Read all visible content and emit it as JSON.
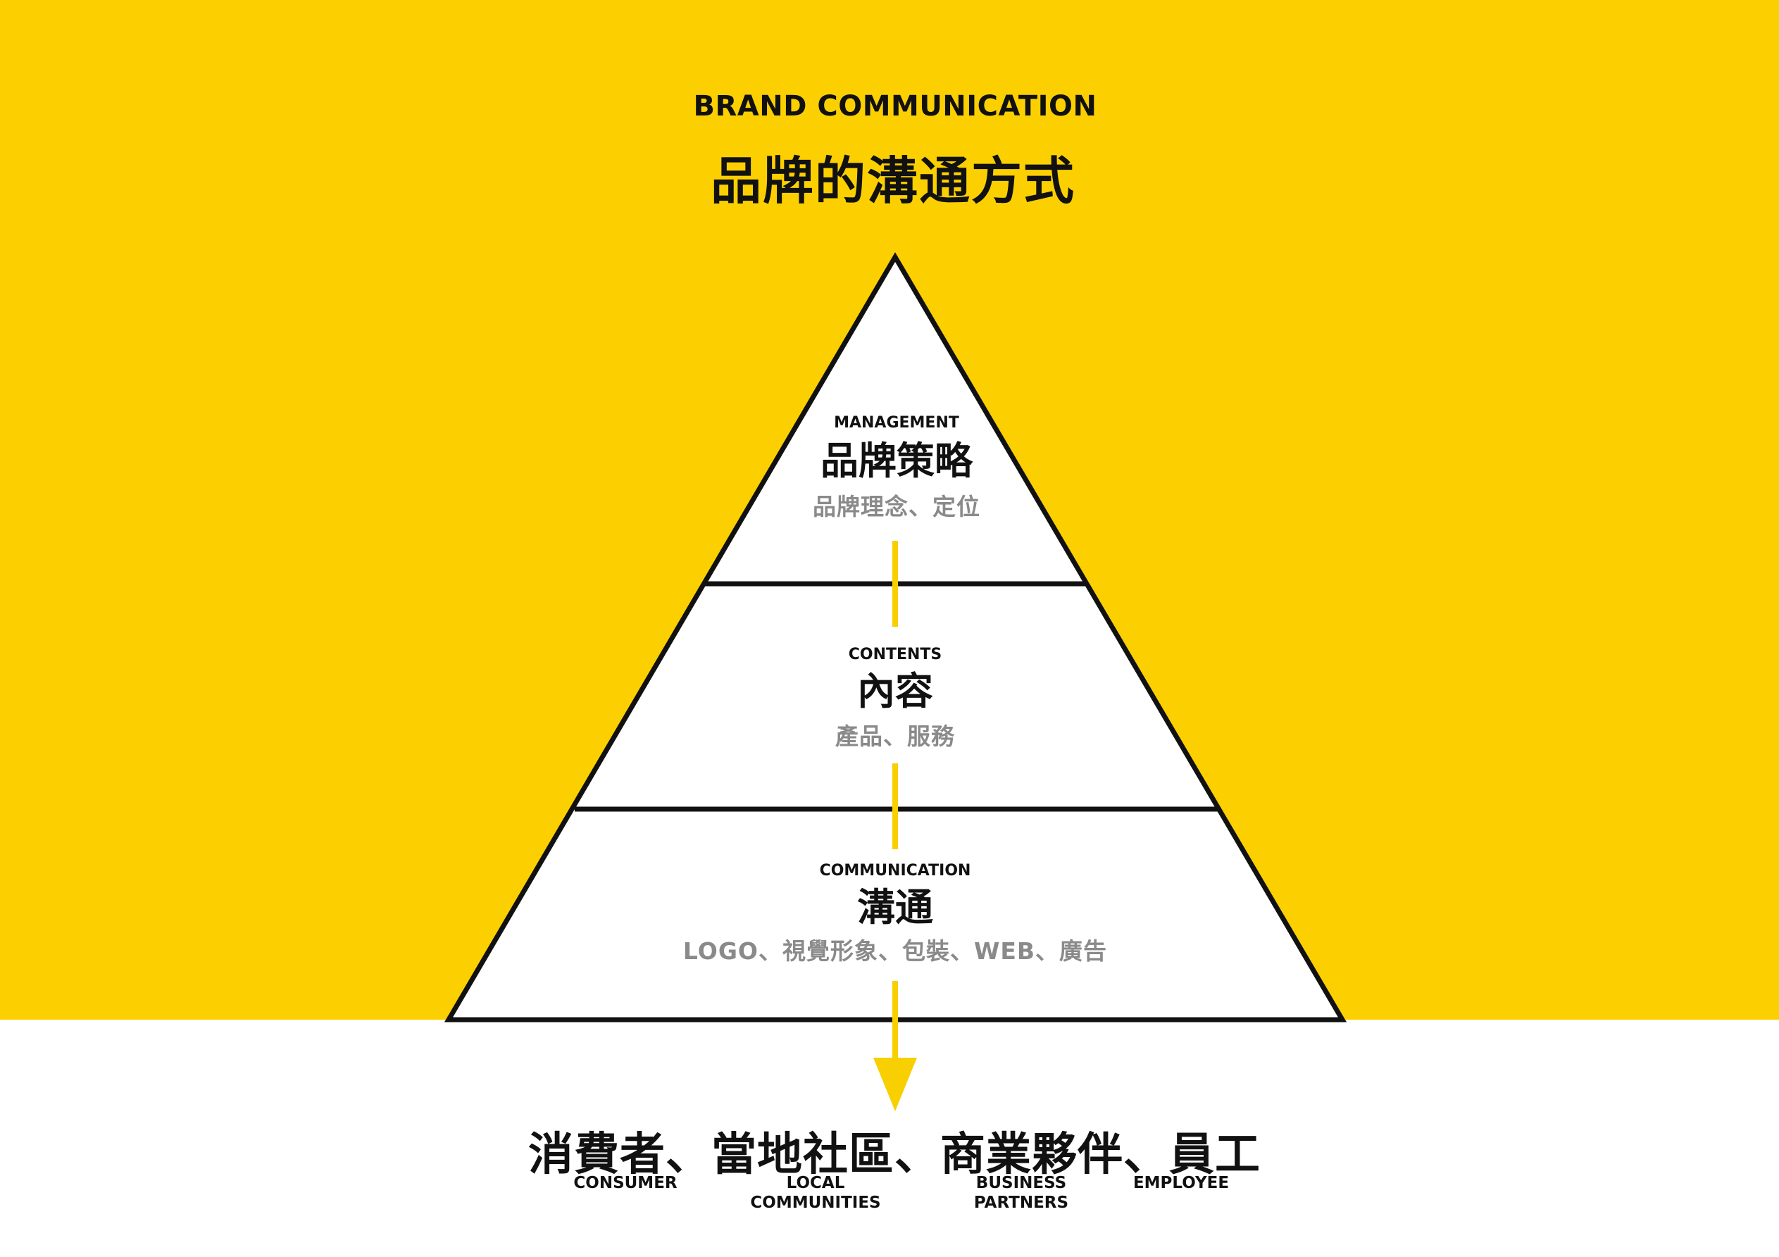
{
  "colors": {
    "background_top": "#FCD000",
    "background_bottom": "#FFFFFF",
    "pyramid_fill": "#FFFFFF",
    "pyramid_stroke": "#111111",
    "connector": "#F8CF00",
    "text_dark": "#111111",
    "text_gray": "#8A8A8A"
  },
  "header": {
    "title_en": "BRAND COMMUNICATION",
    "title_zh": "品牌的溝通方式"
  },
  "tiers": [
    {
      "label_en": "MANAGEMENT",
      "label_zh": "品牌策略",
      "detail": "品牌理念、定位"
    },
    {
      "label_en": "CONTENTS",
      "label_zh": "內容",
      "detail": "產品、服務"
    },
    {
      "label_en": "COMMUNICATION",
      "label_zh": "溝通",
      "detail": "LOGO、視覺形象、包裝、WEB、廣告"
    }
  ],
  "audience": {
    "title_zh": "消費者、當地社區、商業夥伴、員工",
    "groups": [
      {
        "line1": "CONSUMER",
        "line2": ""
      },
      {
        "line1": "LOCAL",
        "line2": "COMMUNITIES"
      },
      {
        "line1": "BUSINESS",
        "line2": "PARTNERS"
      },
      {
        "line1": "EMPLOYEE",
        "line2": ""
      }
    ]
  },
  "icons": {
    "flow_arrow": "arrow-down-icon"
  }
}
